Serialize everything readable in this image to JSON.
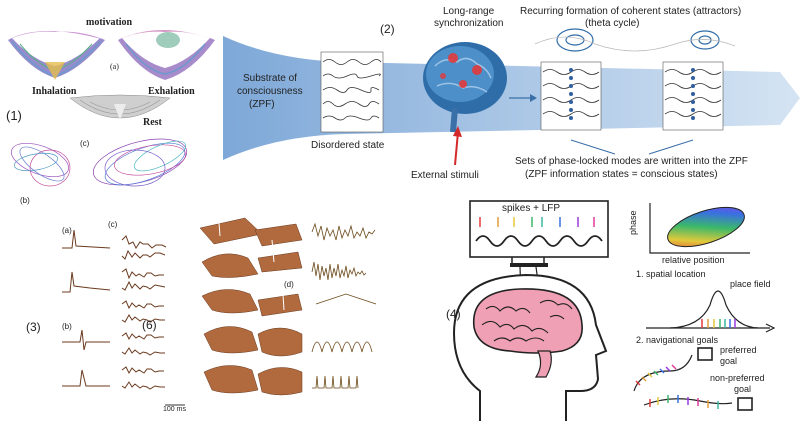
{
  "panel1": {
    "label": "(1)",
    "motivation": "motivation",
    "inhalation": "Inhalation",
    "exhalation": "Exhalation",
    "rest": "Rest",
    "sub_a": "(a)",
    "sub_b": "(b)",
    "sub_c": "(c)"
  },
  "panel2": {
    "label": "(2)",
    "substrate": [
      "Substrate of",
      "consciousness",
      "(ZPF)"
    ],
    "disordered": "Disordered state",
    "long_range": [
      "Long-range",
      "synchronization"
    ],
    "recurring": [
      "Recurring formation of coherent states (attractors)",
      "(theta cycle)"
    ],
    "external": "External stimuli",
    "sets": [
      "Sets of phase-locked modes are written into the ZPF",
      "(ZPF information states = conscious states)"
    ]
  },
  "panel3": {
    "label": "(3)",
    "sub_a": "(a)",
    "sub_b": "(b)",
    "sub_c": "(c)",
    "sub_d": "(d)",
    "sub_6": "(6)",
    "scale": "100 ms"
  },
  "panel4": {
    "label": "(4)",
    "spikes": "spikes + LFP",
    "phase": "phase",
    "relative_position": "relative position",
    "spatial": "1. spatial location",
    "place_field": "place field",
    "nav_goals": "2. navigational goals",
    "preferred": [
      "preferred",
      "goal"
    ],
    "non_preferred": [
      "non-preferred",
      "goal"
    ]
  },
  "colors": {
    "arrow": "#a9c6e6",
    "arrow_dark": "#6f9fd2",
    "spike_red": "#d8302f",
    "brain_blue": "#2f6da8",
    "trace_brown": "#7a4a2a",
    "surface_brown": "#b06a3e"
  },
  "icons": [
    "energy-landscape-icon",
    "attractor-trajectory-icon",
    "brain-icon",
    "head-silhouette-icon",
    "phase-ellipse-icon"
  ]
}
